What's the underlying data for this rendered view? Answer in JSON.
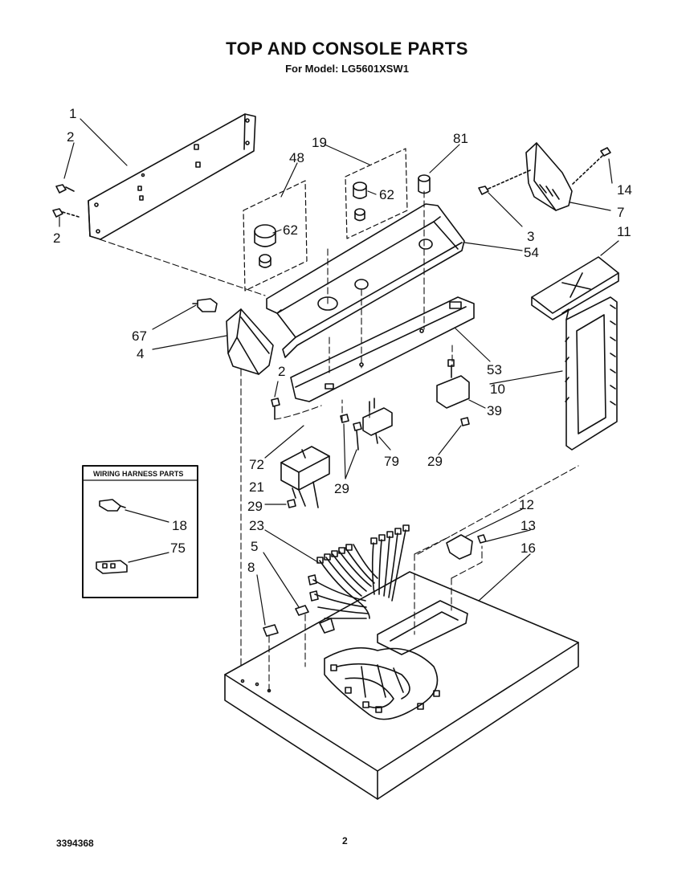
{
  "header": {
    "title": "TOP AND CONSOLE PARTS",
    "subtitle": "For Model: LG5601XSW1"
  },
  "inset": {
    "title": "WIRING HARNESS PARTS"
  },
  "callouts": {
    "c1": "1",
    "c2a": "2",
    "c2b": "2",
    "c2c": "2",
    "c19": "19",
    "c48": "48",
    "c81": "81",
    "c62a": "62",
    "c62b": "62",
    "c14": "14",
    "c3": "3",
    "c7": "7",
    "c11": "11",
    "c54": "54",
    "c67": "67",
    "c4": "4",
    "c53": "53",
    "c10": "10",
    "c39": "39",
    "c72": "72",
    "c79": "79",
    "c29a": "29",
    "c29b": "29",
    "c29c": "29",
    "c21": "21",
    "c18": "18",
    "c75": "75",
    "c12": "12",
    "c13": "13",
    "c16": "16",
    "c23": "23",
    "c5": "5",
    "c8": "8"
  },
  "footer": {
    "doc_number": "3394368",
    "page_number": "2"
  }
}
